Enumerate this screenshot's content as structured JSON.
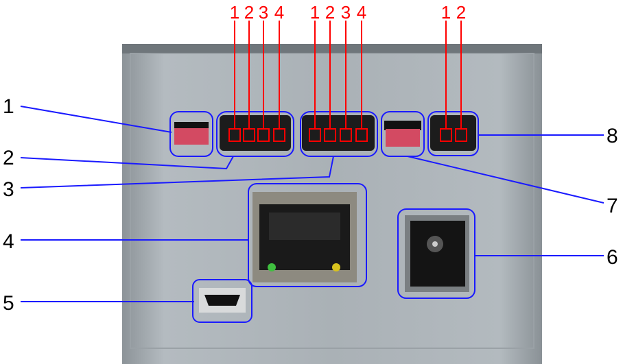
{
  "callouts": [
    "1",
    "2",
    "3",
    "4",
    "5",
    "6",
    "7",
    "8"
  ],
  "pins_a": [
    "1",
    "2",
    "3",
    "4"
  ],
  "pins_b": [
    "1",
    "2",
    "3",
    "4"
  ],
  "pins_c": [
    "1",
    "2"
  ],
  "colors": {
    "callout_line": "#1a1aff",
    "pin_marker": "#ff0000",
    "panel": "#a9b0b5"
  }
}
